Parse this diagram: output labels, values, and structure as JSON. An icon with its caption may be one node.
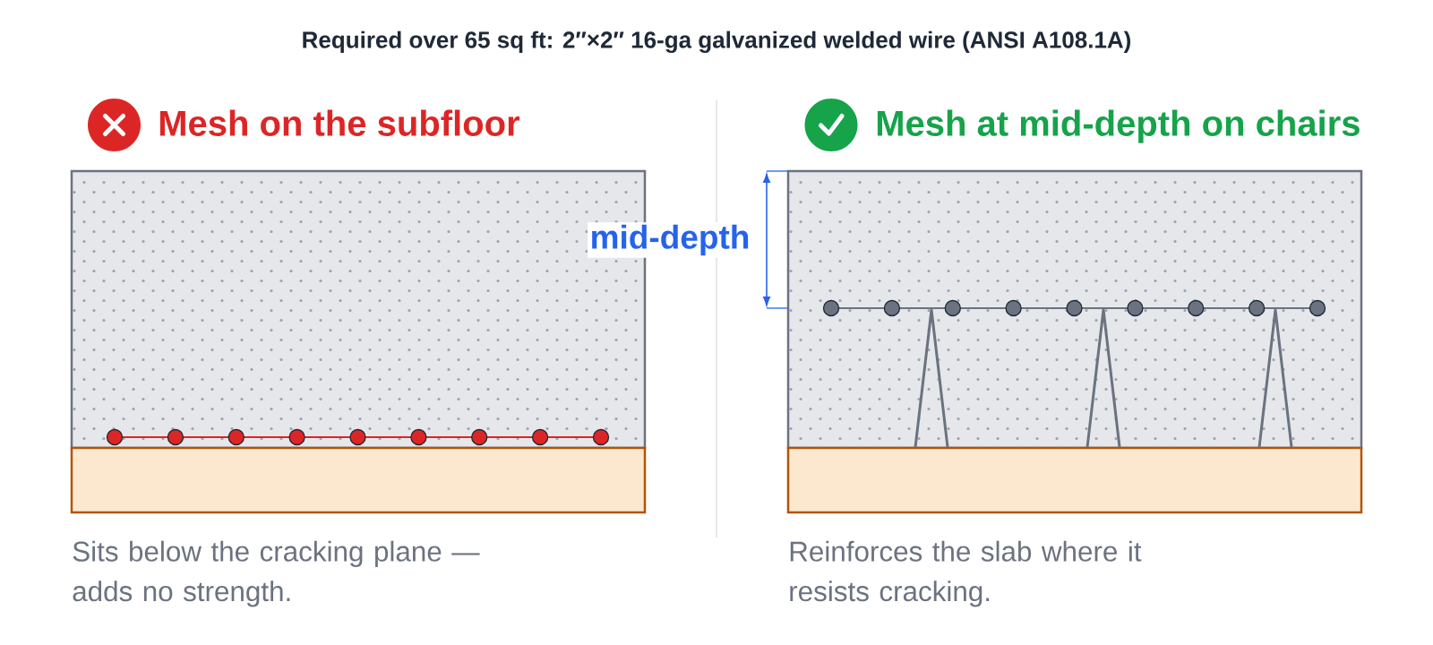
{
  "diagram": {
    "title": "Required over 65 sq ft: 2″×2″ 16-ga galvanized welded wire (ANSI A108.1A)",
    "labels": [
      "Mesh on the subfloor",
      "Mesh at mid-depth on chairs",
      "mid-depth",
      "Sits below the cracking plane — adds no strength.",
      "Reinforces the slab where it resists cracking."
    ]
  }
}
